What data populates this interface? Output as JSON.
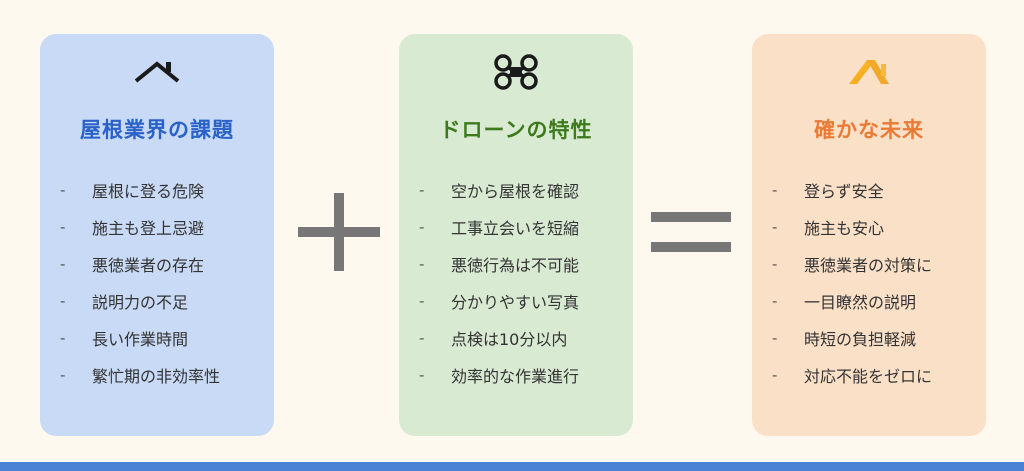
{
  "colors": {
    "background": "#fdf9ef",
    "card_problems": "#c8daf6",
    "card_drone": "#d9ead3",
    "card_future": "#fbe0c8",
    "title_problems": "#2a62c9",
    "title_drone": "#3d7a1c",
    "title_future": "#ea7a35",
    "operator": "#777777",
    "bottom_bar": "#4c82d6"
  },
  "cards": [
    {
      "icon": "roof-icon",
      "title": "屋根業界の課題",
      "items": [
        "屋根に登る危険",
        "施主も登上忌避",
        "悪徳業者の存在",
        "説明力の不足",
        "長い作業時間",
        "繁忙期の非効率性"
      ]
    },
    {
      "icon": "drone-icon",
      "title": "ドローンの特性",
      "items": [
        "空から屋根を確認",
        "工事立会いを短縮",
        "悪徳行為は不可能",
        "分かりやすい写真",
        "点検は10分以内",
        "効率的な作業進行"
      ]
    },
    {
      "icon": "house-icon",
      "title": "確かな未来",
      "items": [
        "登らず安全",
        "施主も安心",
        "悪徳業者の対策に",
        "一目瞭然の説明",
        "時短の負担軽減",
        "対応不能をゼロに"
      ]
    }
  ],
  "operators": [
    "plus",
    "equals"
  ],
  "list_marker": "-"
}
